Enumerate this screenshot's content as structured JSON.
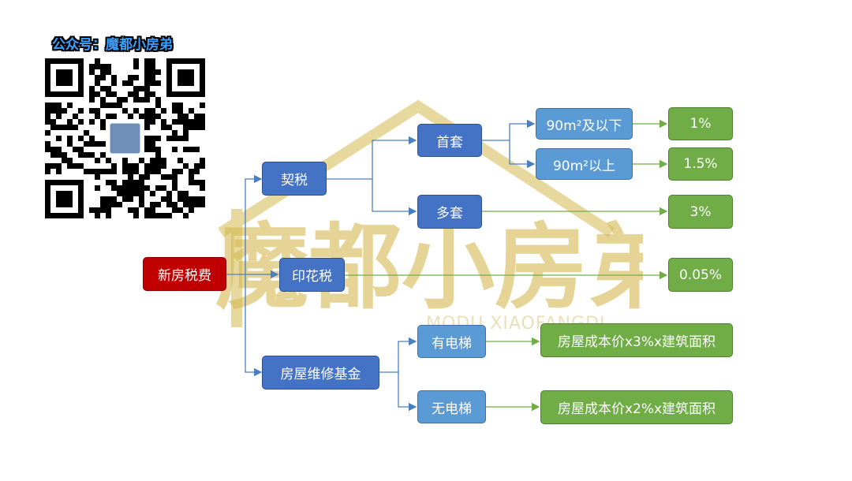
{
  "account": {
    "label": "公众号：魔都小房弟",
    "qr_code": "qr-code-image"
  },
  "watermark": {
    "title": "魔都小房弟",
    "subtitle": "MODU XIAOFANGDI",
    "icon": "house-outline-icon",
    "color": "#d4b94f"
  },
  "diagram": {
    "root": "新房税费",
    "deed_tax": {
      "label": "契税",
      "first_home": {
        "label": "首套",
        "small": {
          "label": "90m²及以下",
          "rate": "1%"
        },
        "large": {
          "label": "90m²以上",
          "rate": "1.5%"
        }
      },
      "multiple_homes": {
        "label": "多套",
        "rate": "3%"
      }
    },
    "stamp_duty": {
      "label": "印花税",
      "rate": "0.05%"
    },
    "maintenance_fund": {
      "label": "房屋维修基金",
      "with_elevator": {
        "label": "有电梯",
        "formula": "房屋成本价x3%x建筑面积"
      },
      "without_elevator": {
        "label": "无电梯",
        "formula": "房屋成本价x2%x建筑面积"
      }
    },
    "colors": {
      "root": "#c00000",
      "level1": "#4472c4",
      "level2": "#5b9bd5",
      "leaf": "#70ad47",
      "blue_line": "#4a7fc1",
      "green_line": "#70ad47"
    }
  }
}
